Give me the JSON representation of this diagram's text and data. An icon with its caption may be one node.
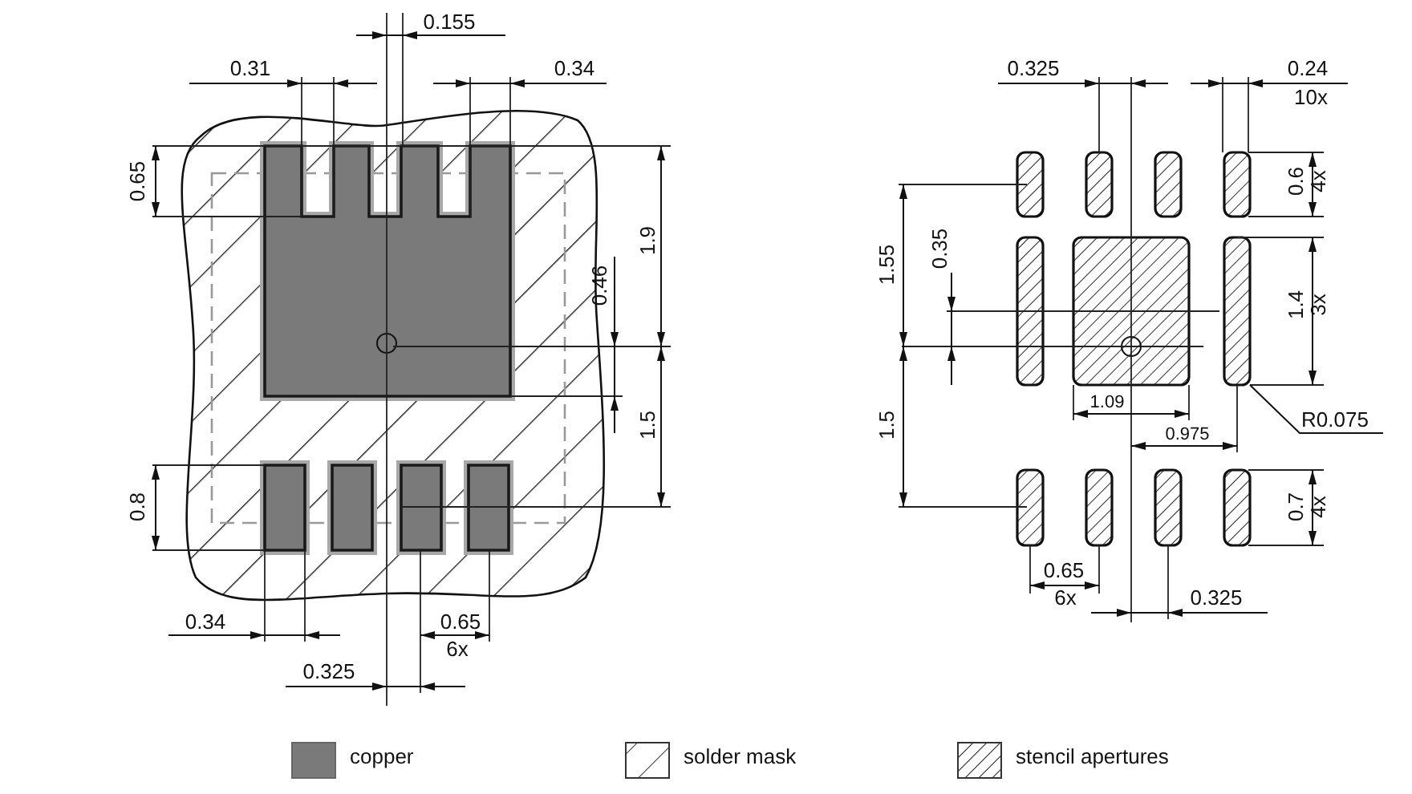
{
  "diagram": {
    "nodes": [
      {
        "text": [],
        "shape": "box"
      },
      {
        "text": [
          "R0.075"
        ]
      }
    ],
    "edges": [
      {
        "from": 1,
        "to": 0,
        "arrow": "none"
      }
    ],
    "labels": [
      "0.155",
      "0.31",
      "0.34",
      "0.65",
      "1.9",
      "0.46",
      "1.5",
      "0.8",
      "0.34",
      "0.65",
      "6x",
      "0.325",
      "0.325",
      "0.24",
      "10x",
      "1.55",
      "0.35",
      "0.6",
      "4x",
      "1.4",
      "3x",
      "1.09",
      "0.975",
      "1.5",
      "0.7",
      "4x",
      "0.65",
      "6x",
      "0.325"
    ],
    "legend": [
      {
        "text": "copper",
        "color": "#7a7a7a"
      },
      {
        "text": "solder mask"
      },
      {
        "text": "stencil apertures"
      }
    ]
  }
}
